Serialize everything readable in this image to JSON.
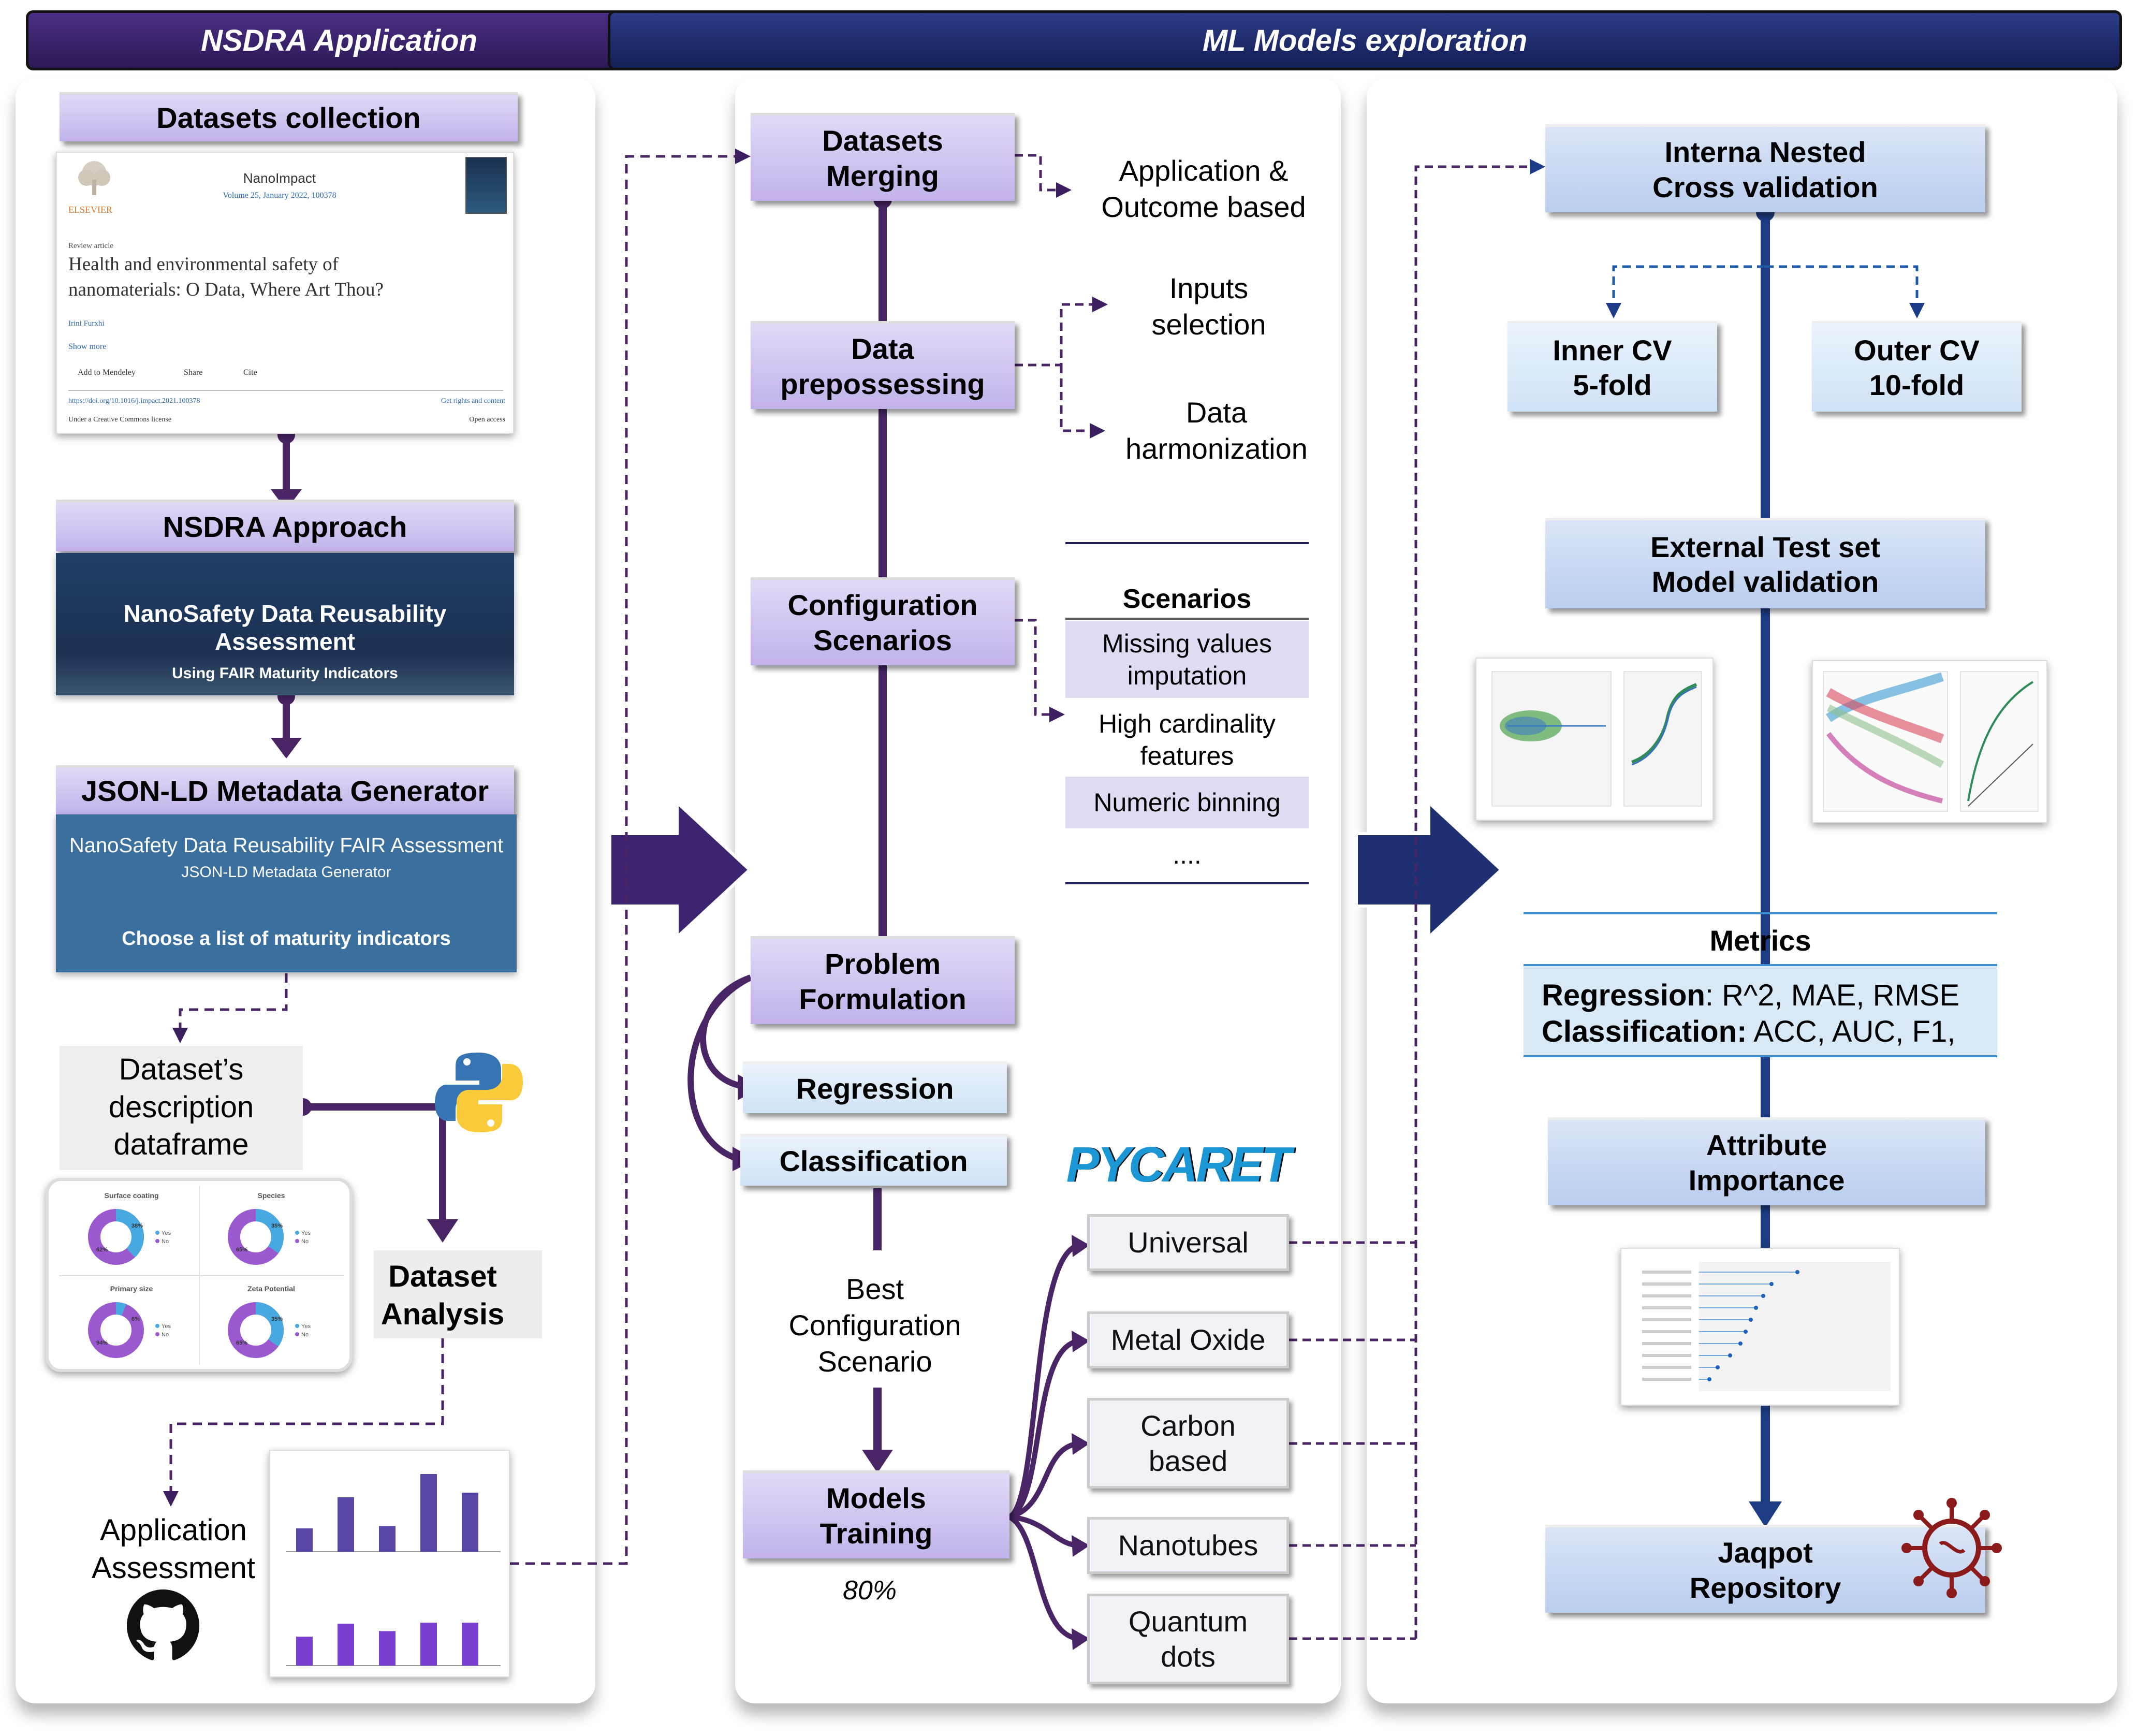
{
  "headers": {
    "left": "NSDRA Application",
    "right": "ML Models exploration"
  },
  "left": {
    "datasets_collection": "Datasets collection",
    "article": {
      "journal": "NanoImpact",
      "volume": "Volume 25, January 2022, 100378",
      "publisher": "ELSEVIER",
      "type": "Review article",
      "title": "Health and environmental safety of nanomaterials: O Data, Where Art Thou?",
      "authors": "Irini Furxhi",
      "show_more": "Show more",
      "actions": [
        "Add to Mendeley",
        "Share",
        "Cite"
      ],
      "doi": "https://doi.org/10.1016/j.impact.2021.100378",
      "rights": "Get rights and content",
      "license": "Under a Creative Commons license",
      "access": "Open access"
    },
    "nsdra_approach": "NSDRA Approach",
    "approach_banner": {
      "title": "NanoSafety Data Reusability Assessment",
      "subtitle": "Using FAIR Maturity Indicators"
    },
    "jsonld_generator": "JSON-LD Metadata Generator",
    "generator_banner": {
      "title": "NanoSafety Data Reusability FAIR Assessment",
      "subtitle": "JSON-LD Metadata Generator",
      "cta": "Choose a list of maturity indicators"
    },
    "description_df": "Dataset’s\ndescription\ndataframe",
    "donuts": [
      {
        "title": "Surface coating",
        "legend": [
          "Yes",
          "No"
        ],
        "pcts": [
          "38%",
          "62%"
        ],
        "value": 0.38
      },
      {
        "title": "Species",
        "legend": [
          "Yes",
          "No"
        ],
        "pcts": [
          "35%",
          "65%"
        ],
        "value": 0.35
      },
      {
        "title": "Primary size",
        "legend": [
          "Yes",
          "No"
        ],
        "pcts": [
          "6%",
          "94%"
        ],
        "value": 0.06
      },
      {
        "title": "Zeta Potential",
        "legend": [
          "Yes",
          "No"
        ],
        "pcts": [
          "35%",
          "65%"
        ],
        "value": 0.35
      }
    ],
    "dataset_analysis": "Dataset\nAnalysis",
    "application_assessment": "Application\nAssessment",
    "bar_values_top": [
      0.3,
      0.7,
      0.33,
      1.0,
      0.76
    ],
    "bar_values_bottom": [
      0.62,
      0.9,
      0.74,
      0.92,
      0.92
    ]
  },
  "middle": {
    "datasets_merging": "Datasets\nMerging",
    "merging_note": "Application &\nOutcome based",
    "data_prepossessing": "Data\nprepossessing",
    "inputs_selection": "Inputs\nselection",
    "data_harmonization": "Data\nharmonization",
    "configuration_scenarios": "Configuration\nScenarios",
    "scenarios": {
      "title": "Scenarios",
      "items": [
        "Missing values\nimputation",
        "High cardinality\nfeatures",
        "Numeric binning",
        "...."
      ]
    },
    "problem_formulation": "Problem\nFormulation",
    "regression": "Regression",
    "classification": "Classification",
    "best_config": "Best\nConfiguration\nScenario",
    "pycaret_logo": "PYCARET",
    "models_training": "Models\nTraining",
    "training_pct": "80%",
    "model_groups": [
      "Universal",
      "Metal Oxide",
      "Carbon\nbased",
      "Nanotubes",
      "Quantum\ndots"
    ]
  },
  "right": {
    "nested_cv": "Interna Nested\nCross validation",
    "inner_cv": "Inner CV\n5-fold",
    "outer_cv": "Outer CV\n10-fold",
    "external_test": "External Test set\nModel validation",
    "metrics": {
      "title": "Metrics",
      "regression_label": "Regression",
      "regression_values": ": R^2, MAE, RMSE",
      "classification_label": "Classification:",
      "classification_values": " ACC, AUC, F1,"
    },
    "attribute_importance": "Attribute\nImportance",
    "jaqpot": "Jaqpot\nRepository"
  },
  "colors": {
    "purple_dark": "#3b1f5e",
    "navy": "#1c2f6b",
    "box_purple": "#c9bbee",
    "box_blue": "#c3d4f1",
    "pycaret_blue": "#1a97d4"
  }
}
